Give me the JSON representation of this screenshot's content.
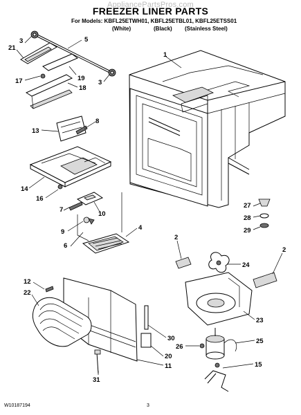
{
  "watermark": "AppliancePartsPros.com",
  "title": "FREEZER LINER PARTS",
  "models_line": "For Models: KBFL25ETWH01, KBFL25ETBL01, KBFL25ETSS01",
  "variants": [
    "(White)",
    "(Black)",
    "(Stainless Steel)"
  ],
  "doc_number": "W10187194",
  "page_number": "3",
  "callouts": {
    "c1": "1",
    "c2a": "2",
    "c2b": "2",
    "c3a": "3",
    "c3b": "3",
    "c4": "4",
    "c5": "5",
    "c6": "6",
    "c7": "7",
    "c8": "8",
    "c9": "9",
    "c10": "10",
    "c11": "11",
    "c12": "12",
    "c13": "13",
    "c14": "14",
    "c15": "15",
    "c16": "16",
    "c17": "17",
    "c18": "18",
    "c19": "19",
    "c20": "20",
    "c21": "21",
    "c22": "22",
    "c23": "23",
    "c24": "24",
    "c25": "25",
    "c26": "26",
    "c27": "27",
    "c28": "28",
    "c29": "29",
    "c30": "30",
    "c31": "31"
  }
}
